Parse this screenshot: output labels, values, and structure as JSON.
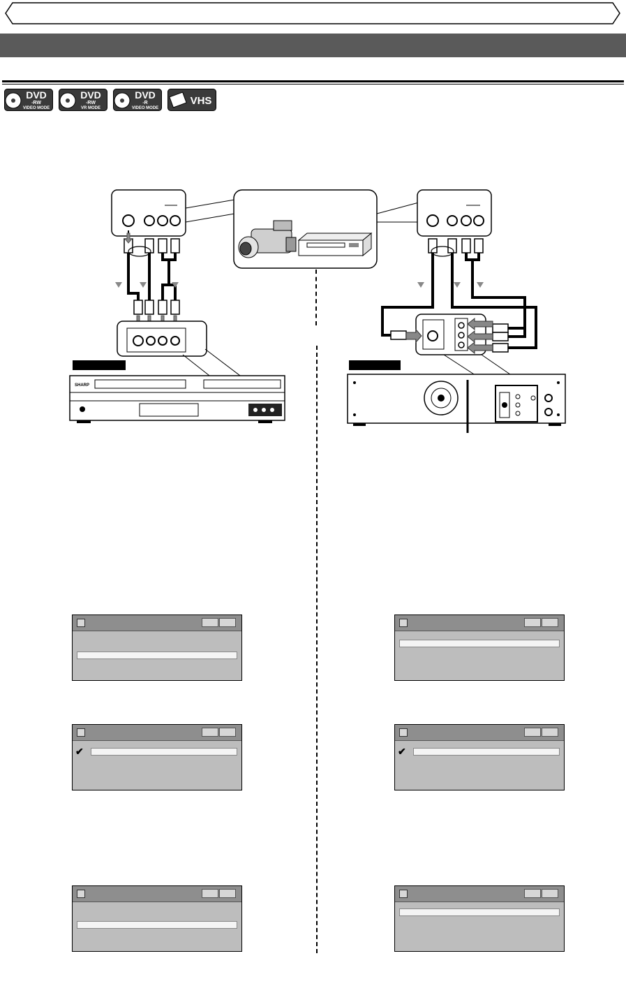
{
  "page": {
    "colors": {
      "section_bar": "#5a5a5a",
      "screen_bg": "#bdbdbd",
      "screen_header": "#8e8e8e",
      "highlight": "#f4f4f4"
    }
  },
  "badges": [
    {
      "main": "DVD",
      "sub": "-RW",
      "mode": "VIDEO MODE"
    },
    {
      "main": "DVD",
      "sub": "-RW",
      "mode": "VR MODE"
    },
    {
      "main": "DVD",
      "sub": "-R",
      "mode": "VIDEO MODE"
    },
    {
      "main": "VHS",
      "sub": "",
      "mode": ""
    }
  ],
  "diagram": {
    "front_brand": "SHARP",
    "icons": [
      "camcorder-icon",
      "vcr-icon",
      "dvd-recorder-front-icon",
      "dvd-recorder-rear-icon"
    ]
  },
  "screens": [
    {
      "column": "left",
      "highlight_row": 2,
      "checkmark": false
    },
    {
      "column": "right",
      "highlight_row": 1,
      "checkmark": false
    },
    {
      "column": "left",
      "highlight_row": 1,
      "checkmark": true
    },
    {
      "column": "right",
      "highlight_row": 1,
      "checkmark": true
    },
    {
      "column": "left",
      "highlight_row": 2,
      "checkmark": false
    },
    {
      "column": "right",
      "highlight_row": 1,
      "checkmark": false
    }
  ]
}
